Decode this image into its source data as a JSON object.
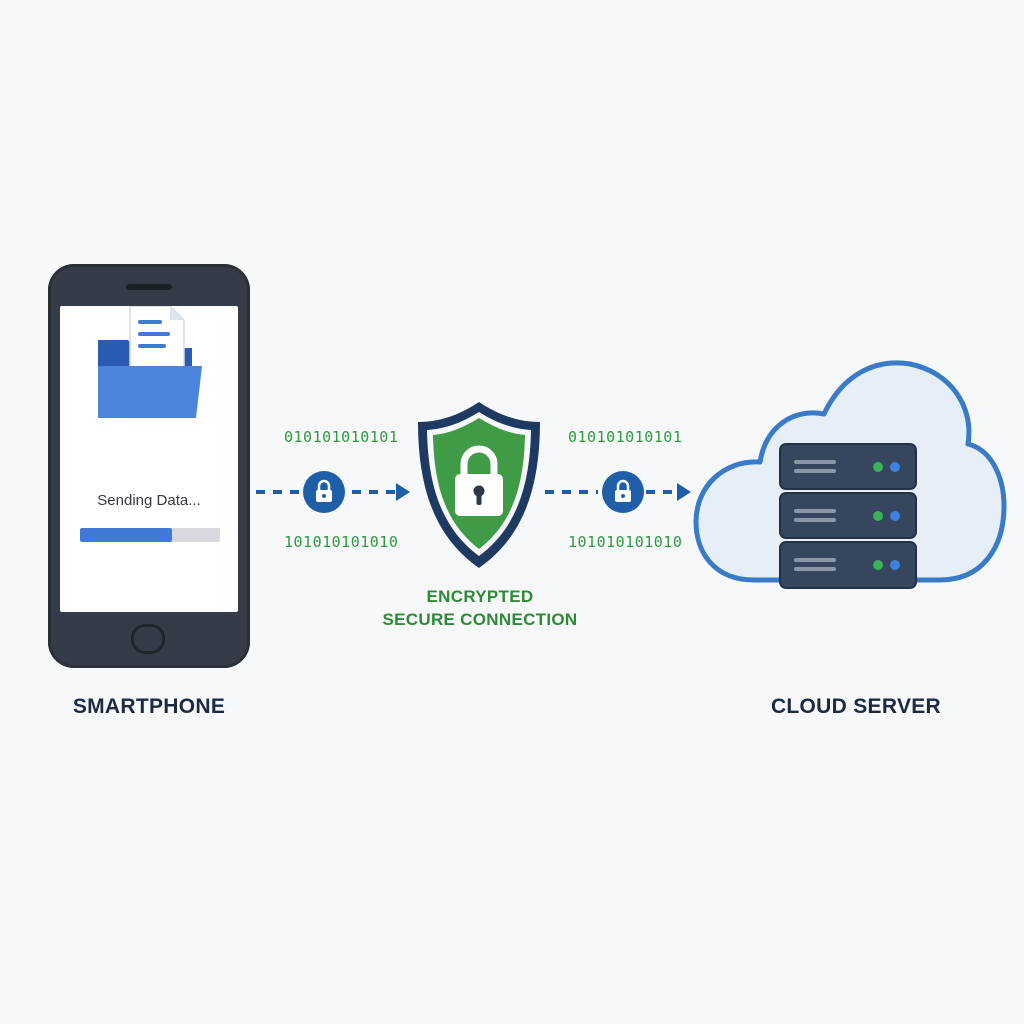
{
  "smartphone": {
    "status_text": "Sending Data...",
    "progress": 0.66,
    "label": "SMARTPHONE"
  },
  "link_left": {
    "binary_top": "010101010101",
    "binary_bottom": "101010101010"
  },
  "link_right": {
    "binary_top": "010101010101",
    "binary_bottom": "101010101010"
  },
  "shield": {
    "caption_line1": "ENCRYPTED",
    "caption_line2": "SECURE CONNECTION"
  },
  "server": {
    "label": "CLOUD SERVER"
  },
  "colors": {
    "background": "#f7f8fa",
    "phone_body": "#363c47",
    "folder_blue": "#3f7ad6",
    "shield_green": "#3f9b45",
    "navy": "#1e3a63",
    "link_blue": "#1f5fa8",
    "binary_green": "#2d9a3e",
    "cloud_fill": "#e6eef8",
    "cloud_stroke": "#3a7bc8",
    "server_body": "#36465e",
    "led_green": "#3bb35a",
    "led_blue": "#3d82e0"
  },
  "icons": [
    "document-icon",
    "folder-icon",
    "lock-icon",
    "shield-icon",
    "arrow-right-icon",
    "cloud-icon",
    "server-icon"
  ]
}
